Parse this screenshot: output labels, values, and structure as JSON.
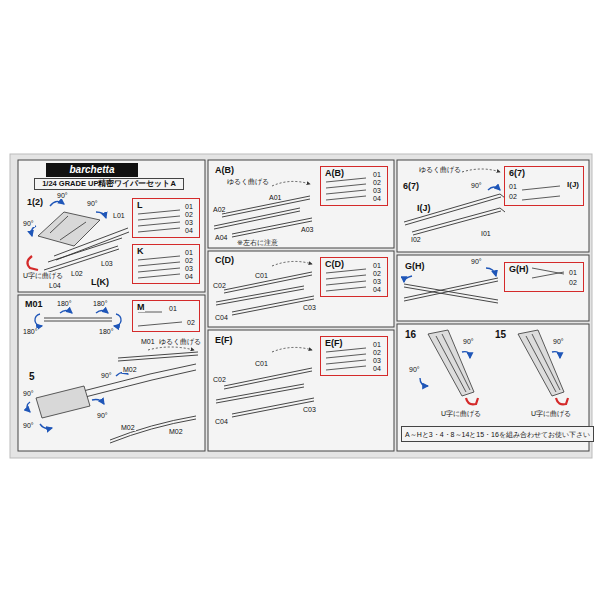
{
  "diagram": {
    "nodes": [
      {
        "text": [
          "barchetta"
        ]
      },
      {
        "text": [
          "1/24 GRADE UP精密ワイパーセットA"
        ]
      },
      {
        "text": [
          "L",
          "01",
          "02",
          "03",
          "04"
        ]
      },
      {
        "text": [
          "K",
          "01",
          "02",
          "03",
          "04"
        ]
      },
      {
        "text": [
          "M",
          "01",
          "02"
        ]
      },
      {
        "text": [
          "A(B)",
          "01",
          "02",
          "03",
          "04"
        ]
      },
      {
        "text": [
          "C(D)",
          "01",
          "02",
          "03",
          "04"
        ]
      },
      {
        "text": [
          "E(F)",
          "01",
          "02",
          "03",
          "04"
        ]
      },
      {
        "text": [
          "6(7)",
          "01",
          "02",
          "I(J)"
        ]
      },
      {
        "text": [
          "G(H)",
          "01",
          "02"
        ]
      },
      {
        "text": [
          "A～Hと3・4・8～14と15・16を組み合わせてお使い下さい"
        ]
      }
    ],
    "labels": [
      "1(2)",
      "90°",
      "90°",
      "90°",
      "L01",
      "U字に曲げる",
      "L02",
      "L03",
      "L04",
      "L(K)",
      "M01",
      "180°",
      "180°",
      "180°",
      "180°",
      "M01",
      "ゆるく曲げる",
      "M02",
      "5",
      "90°",
      "90°",
      "90°",
      "90°",
      "M02",
      "M02",
      "A(B)",
      "ゆるく曲げる",
      "A01",
      "A02",
      "A04",
      "A03",
      "※左右に注意",
      "C(D)",
      "C01",
      "C02",
      "C04",
      "C03",
      "E(F)",
      "C01",
      "C02",
      "C04",
      "C03",
      "ゆるく曲げる",
      "6(7)",
      "90°",
      "I(J)",
      "I02",
      "I01",
      "G(H)",
      "90°",
      "16",
      "90°",
      "90°",
      "U字に曲げる",
      "15",
      "90°",
      "U字に曲げる"
    ]
  }
}
